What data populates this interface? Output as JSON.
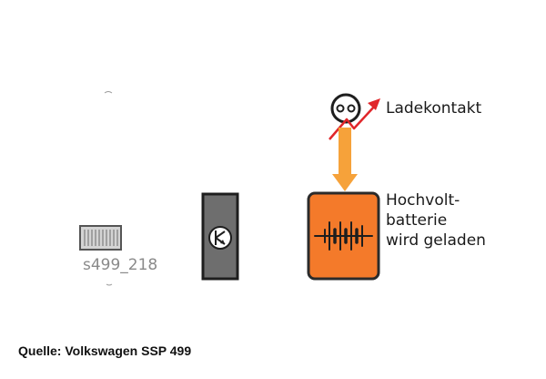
{
  "labels": {
    "charge_contact": "Ladekontakt",
    "battery_lines": [
      "Hochvolt-",
      "batterie",
      "wird geladen"
    ],
    "figure_code": "s499_218",
    "source": "Quelle: Volkswagen SSP 499"
  },
  "colors": {
    "battery_fill": "#f47a2a",
    "battery_stroke": "#2b2b2b",
    "charge_arrow": "#f6a23a",
    "contact_arrow": "#e0262a",
    "transistor_body": "#6e6e6e",
    "module_gray": "#cfcfcf"
  },
  "icons": [
    "charge-plug-icon",
    "transistor-icon",
    "battery-cells-icon",
    "module-icon"
  ]
}
